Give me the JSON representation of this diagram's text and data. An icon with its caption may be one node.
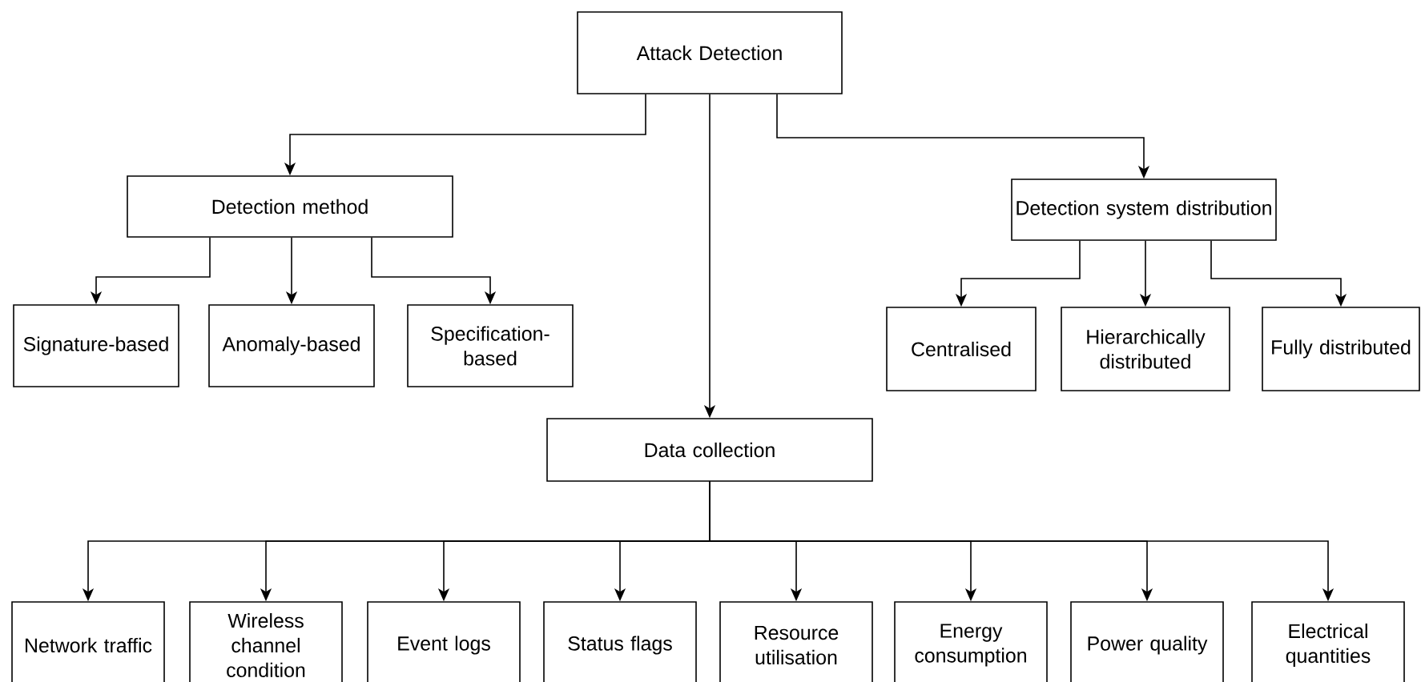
{
  "diagram": {
    "nodes": [
      {
        "text": [
          "Attack Detection"
        ]
      },
      {
        "text": [
          "Detection method"
        ]
      },
      {
        "text": [
          "Signature-based"
        ]
      },
      {
        "text": [
          "Anomaly-based"
        ]
      },
      {
        "text": [
          "Specification-based"
        ]
      },
      {
        "text": [
          "Detection system distribution"
        ]
      },
      {
        "text": [
          "Centralised"
        ]
      },
      {
        "text": [
          "Hierarchically distributed"
        ]
      },
      {
        "text": [
          "Fully distributed"
        ]
      },
      {
        "text": [
          "Data collection"
        ]
      },
      {
        "text": [
          "Network traffic"
        ]
      },
      {
        "text": [
          "Wireless channel condition"
        ]
      },
      {
        "text": [
          "Event logs"
        ]
      },
      {
        "text": [
          "Status flags"
        ]
      },
      {
        "text": [
          "Resource utilisation"
        ]
      },
      {
        "text": [
          "Energy consumption"
        ]
      },
      {
        "text": [
          "Power quality"
        ]
      },
      {
        "text": [
          "Electrical quantities"
        ]
      }
    ],
    "edges": [
      {
        "from": 0,
        "to": 1,
        "arrow": "to"
      },
      {
        "from": 0,
        "to": 9,
        "arrow": "to"
      },
      {
        "from": 0,
        "to": 5,
        "arrow": "to"
      },
      {
        "from": 1,
        "to": 2,
        "arrow": "to"
      },
      {
        "from": 1,
        "to": 3,
        "arrow": "to"
      },
      {
        "from": 1,
        "to": 4,
        "arrow": "to"
      },
      {
        "from": 5,
        "to": 6,
        "arrow": "to"
      },
      {
        "from": 5,
        "to": 7,
        "arrow": "to"
      },
      {
        "from": 5,
        "to": 8,
        "arrow": "to"
      },
      {
        "from": 9,
        "to": 10,
        "arrow": "to"
      },
      {
        "from": 9,
        "to": 11,
        "arrow": "to"
      },
      {
        "from": 9,
        "to": 12,
        "arrow": "to"
      },
      {
        "from": 9,
        "to": 13,
        "arrow": "to"
      },
      {
        "from": 9,
        "to": 14,
        "arrow": "to"
      },
      {
        "from": 9,
        "to": 15,
        "arrow": "to"
      },
      {
        "from": 9,
        "to": 16,
        "arrow": "to"
      },
      {
        "from": 9,
        "to": 17,
        "arrow": "to"
      }
    ]
  }
}
